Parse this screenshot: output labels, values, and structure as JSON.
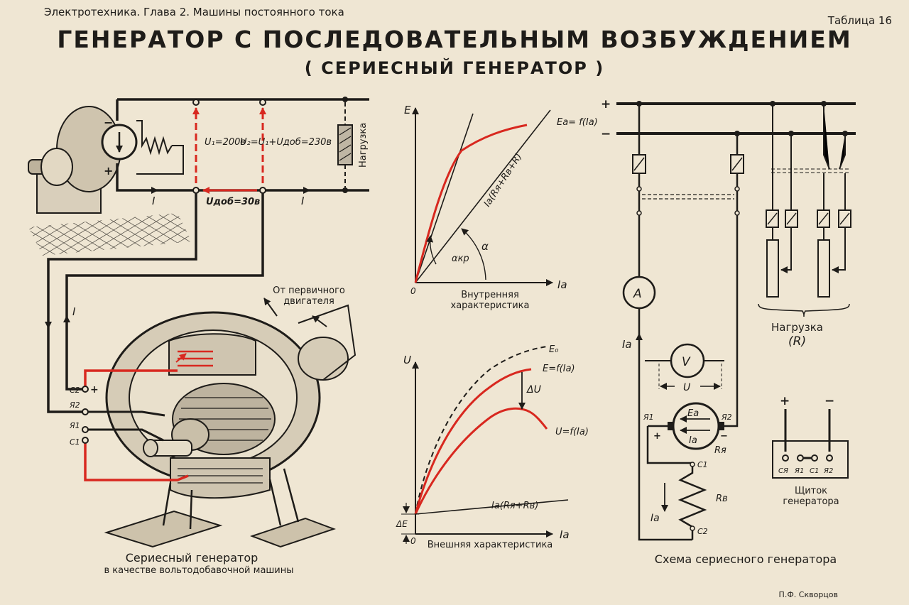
{
  "header": {
    "subject": "Электротехника.  Глава 2. Машины постоянного тока",
    "table_no": "Таблица 16",
    "title": "ГЕНЕРАТОР С ПОСЛЕДОВАТЕЛЬНЫМ ВОЗБУЖДЕНИЕМ",
    "subtitle": "( СЕРИЕСНЫЙ ГЕНЕРАТОР )"
  },
  "left_diagram": {
    "u1_label": "U₁=200в",
    "u2_label": "U₂=U₁+Uдоб=230в",
    "udob_label": "Uдоб=30в",
    "load_label": "Нагрузка",
    "current_label": "I",
    "primary_motor_label": "От первичного двигателя",
    "terminals": [
      "С2",
      "Я2",
      "Я1",
      "С1"
    ],
    "plus": "+",
    "minus": "−",
    "caption_main": "Сериесный генератор",
    "caption_sub": "в качестве вольтодобавочной машины"
  },
  "internal_char": {
    "y_axis": "E",
    "x_axis": "Iа",
    "origin": "0",
    "curve_label": "Eа= f(Iа)",
    "line_label": "Iа(Rя+Rв+R)",
    "alpha_label": "α",
    "alpha_cr_label": "αкр",
    "caption": "Внутренняя характеристика"
  },
  "external_char": {
    "y_axis": "U",
    "x_axis": "Iа",
    "origin": "0",
    "e0_label": "E₀",
    "e_label": "E=f(Iа)",
    "u_label": "U=f(Iа)",
    "delta_u": "ΔU",
    "delta_e": "ΔE",
    "line_label": "Iа(Rя+Rв)",
    "caption": "Внешняя характеристика"
  },
  "right_diagram": {
    "bus_plus": "+",
    "bus_minus": "−",
    "ammeter": "A",
    "voltmeter": "V",
    "current_label": "Iа",
    "u_label": "U",
    "emf_label": "Eа",
    "ia_label": "Iа",
    "ra_label": "Rя",
    "rv_label": "Rв",
    "terminals": [
      "Я1",
      "Я2",
      "С1",
      "С2"
    ],
    "load_label": "Нагрузка",
    "load_r": "(R)",
    "board_terminals": [
      "СЯ",
      "Я1",
      "С1",
      "Я2"
    ],
    "board_caption": "Щиток генератора",
    "caption": "Схема сериесного генератора"
  },
  "author": "П.Ф. Скворцов",
  "colors": {
    "red": "#d8281f",
    "ink": "#1e1c19",
    "paper": "#efe6d3"
  }
}
